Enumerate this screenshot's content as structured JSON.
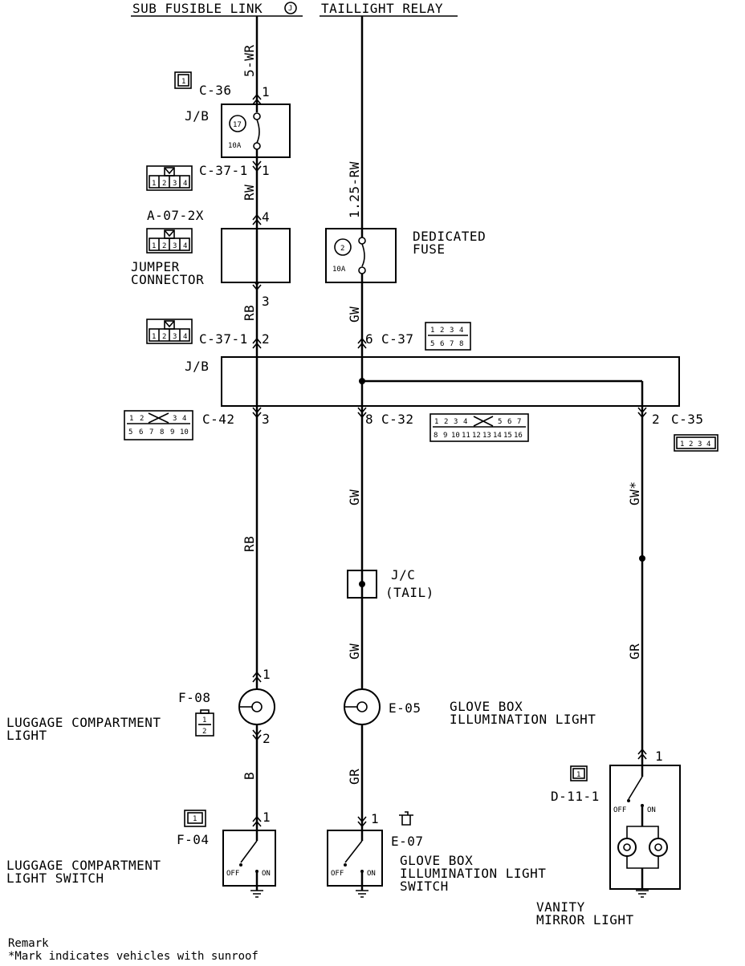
{
  "sources": {
    "left": "SUB FUSIBLE LINK",
    "left_badge": "J",
    "right": "TAILLIGHT RELAY"
  },
  "wires": {
    "w1": "5-WR",
    "w2": "RW",
    "w3": "RB",
    "w4": "RB",
    "w5": "1.25-RW",
    "w6": "GW",
    "w7": "GW",
    "w8": "GW",
    "w9": "GR",
    "w10": "GW*",
    "w11": "GR",
    "w12": "B"
  },
  "connectors": {
    "c36": "C-36",
    "c37_1a": "C-37-1",
    "a07": "A-07-2X",
    "c37_1b": "C-37-1",
    "c37": "C-37",
    "c42": "C-42",
    "c32": "C-32",
    "c35": "C-35",
    "f08": "F-08",
    "f04": "F-04",
    "e05": "E-05",
    "e07": "E-07",
    "d11": "D-11-1"
  },
  "pins": {
    "p_c36": "1",
    "p_c37_1a": "1",
    "p_a07_top": "4",
    "p_a07_bot": "3",
    "p_c37_1b": "2",
    "p_c37": "6",
    "p_c42": "3",
    "p_c32": "8",
    "p_c35": "2",
    "p_f08_top": "1",
    "p_f08_bot": "2",
    "p_f04": "1",
    "p_e07": "1",
    "p_d11": "1"
  },
  "labels": {
    "jb1": "J/B",
    "jb2": "J/B",
    "fuse1_num": "17",
    "fuse1_amp": "10A",
    "fuse2_num": "2",
    "fuse2_amp": "10A",
    "dedicated_1": "DEDICATED",
    "dedicated_2": "FUSE",
    "jumper_1": "JUMPER",
    "jumper_2": "CONNECTOR",
    "jc_1": "J/C",
    "jc_2": "(TAIL)",
    "lug_light_1": "LUGGAGE COMPARTMENT",
    "lug_light_2": "LIGHT",
    "glove_light_1": "GLOVE BOX",
    "glove_light_2": "ILLUMINATION LIGHT",
    "lug_sw_1": "LUGGAGE COMPARTMENT",
    "lug_sw_2": "LIGHT SWITCH",
    "glove_sw_1": "GLOVE BOX",
    "glove_sw_2": "ILLUMINATION LIGHT",
    "glove_sw_3": "SWITCH",
    "vanity_1": "VANITY",
    "vanity_2": "MIRROR LIGHT",
    "off": "OFF",
    "on": "ON",
    "remark_1": "Remark",
    "remark_2": "*Mark indicates vehicles with sunroof"
  },
  "connector_pins": {
    "four": [
      "1",
      "2",
      "3",
      "4"
    ],
    "c42_top": [
      "1",
      "2",
      "",
      "3",
      "4"
    ],
    "c42_bot": [
      "5",
      "6",
      "7",
      "8",
      "9",
      "10"
    ],
    "c37_top": [
      "1",
      "2",
      "3",
      "4"
    ],
    "c37_bot": [
      "5",
      "6",
      "7",
      "8"
    ],
    "c32_top": [
      "1",
      "2",
      "3",
      "4",
      "",
      "5",
      "6",
      "7"
    ],
    "c32_bot": [
      "8",
      "9",
      "10",
      "11",
      "12",
      "13",
      "14",
      "15",
      "16"
    ],
    "one": "1",
    "f08_pins": [
      "1",
      "2"
    ]
  },
  "colors": {
    "line": "#000000",
    "background": "#ffffff"
  }
}
